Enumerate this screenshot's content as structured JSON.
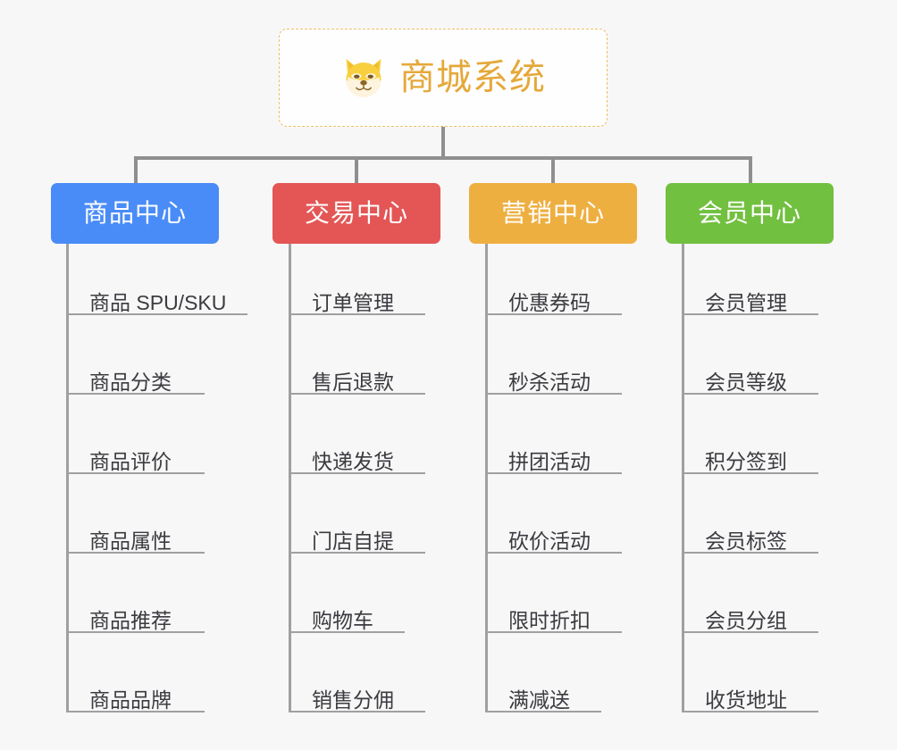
{
  "diagram": {
    "type": "org-tree",
    "background_color": "#f7f7f7",
    "root": {
      "title": "商城系统",
      "icon": "shiba-dog-icon",
      "title_color": "#e5a83a",
      "border_color": "#edc066",
      "fill_color": "#fefefe"
    },
    "connector_color": "#8f8f8f",
    "branch_line_color": "#a0a0a0",
    "leaf_text_color": "#3b3b40",
    "branches": [
      {
        "id": "product-center",
        "label": "商品中心",
        "color": "#4a8cf7",
        "items": [
          "商品 SPU/SKU",
          "商品分类",
          "商品评价",
          "商品属性",
          "商品推荐",
          "商品品牌"
        ]
      },
      {
        "id": "trade-center",
        "label": "交易中心",
        "color": "#e35655",
        "items": [
          "订单管理",
          "售后退款",
          "快递发货",
          "门店自提",
          "购物车",
          "销售分佣"
        ]
      },
      {
        "id": "marketing-center",
        "label": "营销中心",
        "color": "#eeaf41",
        "items": [
          "优惠券码",
          "秒杀活动",
          "拼团活动",
          "砍价活动",
          "限时折扣",
          "满减送"
        ]
      },
      {
        "id": "member-center",
        "label": "会员中心",
        "color": "#72c040",
        "items": [
          "会员管理",
          "会员等级",
          "积分签到",
          "会员标签",
          "会员分组",
          "收货地址"
        ]
      }
    ]
  }
}
